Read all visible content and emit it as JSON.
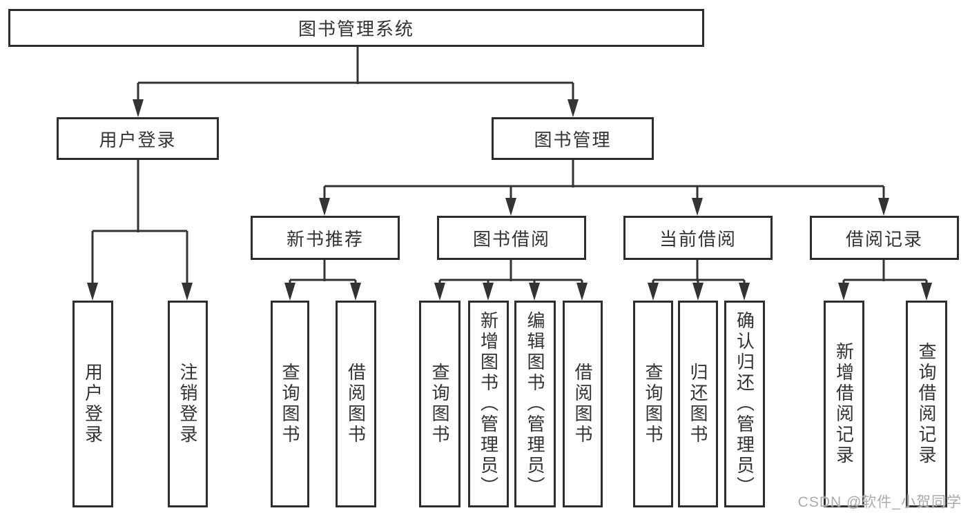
{
  "diagram": {
    "nodes": {
      "root": {
        "label": "图书管理系统"
      },
      "user_login": {
        "label": "用户登录"
      },
      "book_mgmt": {
        "label": "图书管理"
      },
      "new_book_rec": {
        "label": "新书推荐"
      },
      "book_borrow": {
        "label": "图书借阅"
      },
      "current_borrow": {
        "label": "当前借阅"
      },
      "borrow_record": {
        "label": "借阅记录"
      },
      "leaf_user_login": {
        "label": "用户登录"
      },
      "leaf_logout_login": {
        "label": "注销登录"
      },
      "leaf_query_book_rec": {
        "label": "查询图书"
      },
      "leaf_borrow_book_rec": {
        "label": "借阅图书"
      },
      "leaf_query_book_borrow": {
        "label": "查询图书"
      },
      "leaf_add_book": {
        "label": "新增图书（管理员）"
      },
      "leaf_edit_book": {
        "label": "编辑图书（管理员）"
      },
      "leaf_borrow_book_borrow": {
        "label": "借阅图书"
      },
      "leaf_query_book_current": {
        "label": "查询图书"
      },
      "leaf_return_book": {
        "label": "归还图书"
      },
      "leaf_confirm_return": {
        "label": "确认归还（管理员）"
      },
      "leaf_add_borrow_record": {
        "label": "新增借阅记录"
      },
      "leaf_query_borrow_record": {
        "label": "查询借阅记录"
      }
    },
    "edges": [
      [
        "root",
        "user_login"
      ],
      [
        "root",
        "book_mgmt"
      ],
      [
        "user_login",
        "leaf_user_login"
      ],
      [
        "user_login",
        "leaf_logout_login"
      ],
      [
        "book_mgmt",
        "new_book_rec"
      ],
      [
        "book_mgmt",
        "book_borrow"
      ],
      [
        "book_mgmt",
        "current_borrow"
      ],
      [
        "book_mgmt",
        "borrow_record"
      ],
      [
        "new_book_rec",
        "leaf_query_book_rec"
      ],
      [
        "new_book_rec",
        "leaf_borrow_book_rec"
      ],
      [
        "book_borrow",
        "leaf_query_book_borrow"
      ],
      [
        "book_borrow",
        "leaf_add_book"
      ],
      [
        "book_borrow",
        "leaf_edit_book"
      ],
      [
        "book_borrow",
        "leaf_borrow_book_borrow"
      ],
      [
        "current_borrow",
        "leaf_query_book_current"
      ],
      [
        "current_borrow",
        "leaf_return_book"
      ],
      [
        "current_borrow",
        "leaf_confirm_return"
      ],
      [
        "borrow_record",
        "leaf_add_borrow_record"
      ],
      [
        "borrow_record",
        "leaf_query_borrow_record"
      ]
    ]
  },
  "watermark": {
    "text": "CSDN @软件_小贺同学"
  },
  "colors": {
    "line": "#333333",
    "border": "#2d2d2d",
    "text": "#333333",
    "watermark": "#ababab",
    "background": "#ffffff"
  }
}
